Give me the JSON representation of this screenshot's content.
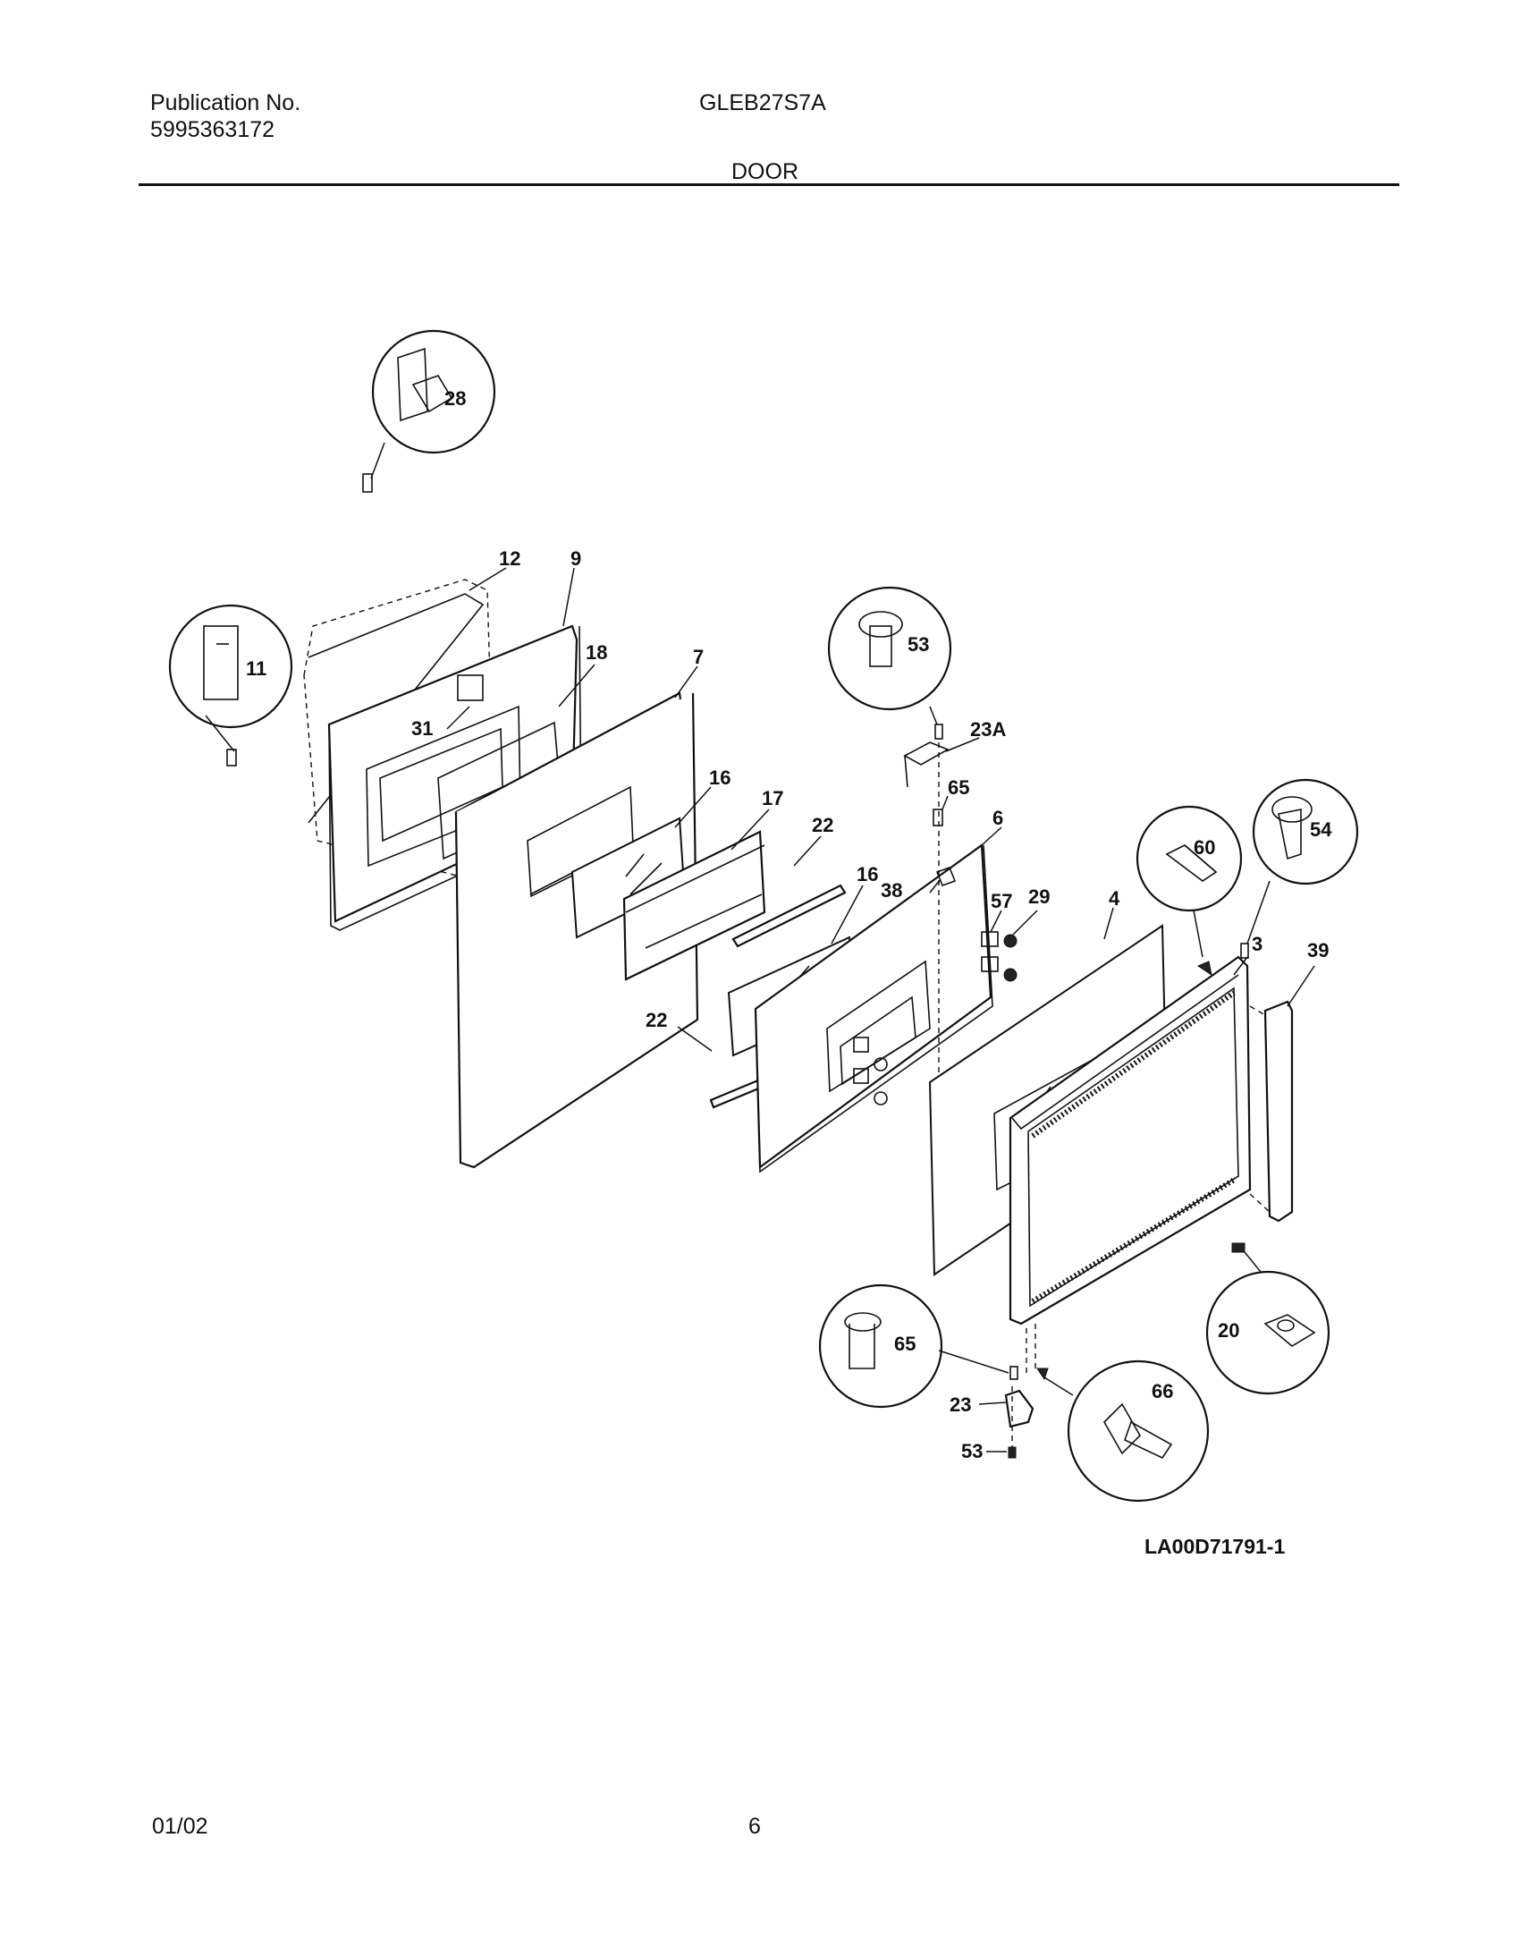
{
  "header": {
    "publication_label": "Publication No.",
    "publication_number": "5995363172",
    "model": "GLEB27S7A",
    "section": "DOOR"
  },
  "diagram": {
    "code": "LA00D71791-1",
    "callouts": [
      "28",
      "12",
      "9",
      "11",
      "18",
      "31",
      "7",
      "16",
      "17",
      "22",
      "16",
      "22",
      "53",
      "23A",
      "65",
      "6",
      "38",
      "57",
      "29",
      "60",
      "54",
      "4",
      "3",
      "39",
      "20",
      "65",
      "23",
      "53",
      "66"
    ]
  },
  "footer": {
    "date": "01/02",
    "page": "6"
  }
}
